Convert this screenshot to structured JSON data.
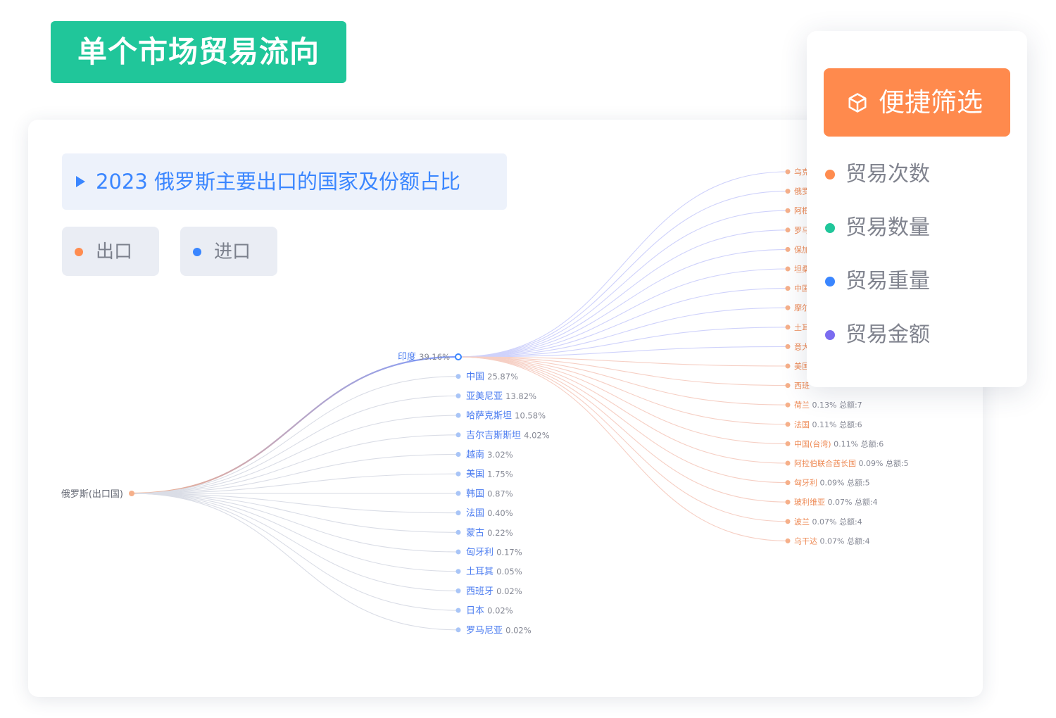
{
  "headline": "单个市场贸易流向",
  "card": {
    "title": "2023 俄罗斯主要出口的国家及份额占比",
    "tabs": [
      {
        "label": "出口",
        "color": "#ff8c4f"
      },
      {
        "label": "进口",
        "color": "#3a86ff"
      }
    ]
  },
  "tree": {
    "root": {
      "name": "俄罗斯(出口国)"
    },
    "level1": [
      {
        "name": "印度",
        "pct": "39.16%",
        "expanded": true
      },
      {
        "name": "中国",
        "pct": "25.87%"
      },
      {
        "name": "亚美尼亚",
        "pct": "13.82%"
      },
      {
        "name": "哈萨克斯坦",
        "pct": "10.58%"
      },
      {
        "name": "吉尔吉斯斯坦",
        "pct": "4.02%"
      },
      {
        "name": "越南",
        "pct": "3.02%"
      },
      {
        "name": "美国",
        "pct": "1.75%"
      },
      {
        "name": "韩国",
        "pct": "0.87%"
      },
      {
        "name": "法国",
        "pct": "0.40%"
      },
      {
        "name": "蒙古",
        "pct": "0.22%"
      },
      {
        "name": "匈牙利",
        "pct": "0.17%"
      },
      {
        "name": "土耳其",
        "pct": "0.05%"
      },
      {
        "name": "西班牙",
        "pct": "0.02%"
      },
      {
        "name": "日本",
        "pct": "0.02%"
      },
      {
        "name": "罗马尼亚",
        "pct": "0.02%"
      }
    ],
    "level2": [
      {
        "name": "乌克",
        "extra": ""
      },
      {
        "name": "俄罗",
        "extra": ""
      },
      {
        "name": "阿根",
        "extra": ""
      },
      {
        "name": "罗马",
        "extra": ""
      },
      {
        "name": "保加",
        "extra": ""
      },
      {
        "name": "坦桑",
        "extra": ""
      },
      {
        "name": "中国",
        "extra": ""
      },
      {
        "name": "摩尔",
        "extra": ""
      },
      {
        "name": "土耳",
        "extra": ""
      },
      {
        "name": "意大",
        "extra": ""
      },
      {
        "name": "美国",
        "extra": ""
      },
      {
        "name": "西班",
        "extra": ""
      },
      {
        "name": "荷兰",
        "extra": "0.13% 总额:7"
      },
      {
        "name": "法国",
        "extra": "0.11% 总额:6"
      },
      {
        "name": "中国(台湾)",
        "extra": "0.11% 总额:6"
      },
      {
        "name": "阿拉伯联合酋长国",
        "extra": "0.09% 总额:5"
      },
      {
        "name": "匈牙利",
        "extra": "0.09% 总额:5"
      },
      {
        "name": "玻利维亚",
        "extra": "0.07% 总额:4"
      },
      {
        "name": "波兰",
        "extra": "0.07% 总额:4"
      },
      {
        "name": "乌干达",
        "extra": "0.07% 总额:4"
      }
    ]
  },
  "filter_panel": {
    "button_label": "便捷筛选",
    "options": [
      {
        "label": "贸易次数",
        "color": "#ff8c4f"
      },
      {
        "label": "贸易数量",
        "color": "#20c69a"
      },
      {
        "label": "贸易重量",
        "color": "#3a86ff"
      },
      {
        "label": "贸易金额",
        "color": "#7b6cf0"
      }
    ]
  }
}
